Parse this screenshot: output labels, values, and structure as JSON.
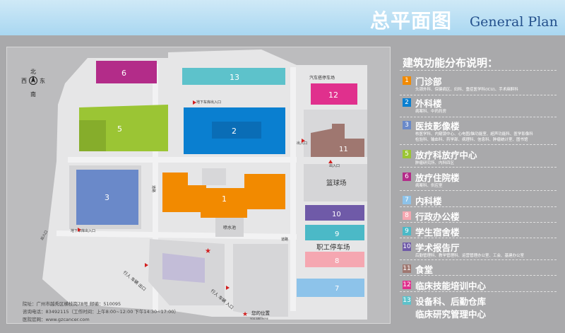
{
  "header": {
    "title_zh": "总平面图",
    "title_en": "General Plan"
  },
  "compass": {
    "north": "北",
    "south": "南",
    "east": "东",
    "west": "西"
  },
  "map_labels": {
    "car_park": "汽车搭停车场",
    "basketball": "篮球场",
    "staff_parking": "职工停车场",
    "fountain": "喷水池",
    "underground_entry_top": "地下车库出入口",
    "underground_entry_left": "地下车库出入口",
    "road_west": "道路",
    "road_south": "道路",
    "entry_small_1": "出入口",
    "entry_small_2": "出入口",
    "gate_east": "出入口",
    "gate_west": "出入口",
    "vehicle_exit": "行人 车辆 出口",
    "vehicle_entry": "行人 车辆 入口",
    "you_are_here": "您的位置",
    "you_are_here_en": "YOU ARE HERE"
  },
  "buildings": [
    {
      "id": "1",
      "color": "#f28a00"
    },
    {
      "id": "2",
      "color": "#0a7fd0"
    },
    {
      "id": "3",
      "color": "#6a89c9"
    },
    {
      "id": "5",
      "color": "#9bc534"
    },
    {
      "id": "6",
      "color": "#b32c89"
    },
    {
      "id": "7",
      "color": "#8dc3ea"
    },
    {
      "id": "8",
      "color": "#f5a7b1"
    },
    {
      "id": "9",
      "color": "#4bb9c7"
    },
    {
      "id": "10",
      "color": "#6f5aa8"
    },
    {
      "id": "11",
      "color": "#9f7770"
    },
    {
      "id": "12",
      "color": "#e0308d"
    },
    {
      "id": "13",
      "color": "#5dc2cb"
    }
  ],
  "legend": {
    "title": "建筑功能分布说明：",
    "items": [
      {
        "num": "1",
        "name": "门诊部",
        "desc": "头颈外科、保健病区、妇科、重症医学科(ICU)、手术麻醉科",
        "color": "#f28a00"
      },
      {
        "num": "2",
        "name": "外科楼",
        "desc": "病案科、中药药房",
        "color": "#0a7fd0"
      },
      {
        "num": "3",
        "name": "医技影像楼",
        "desc": "核医学科、内窥镜中心、心电图/脑功能室、超声功能科、医学影像科",
        "desc2": "检验科、输血科、药学部、病理科、信息科、肿瘤统计室、图书馆",
        "color": "#6a89c9"
      },
      {
        "num": "5",
        "name": "放疗科放疗中心",
        "desc": "肿瘤研究所、内科四区",
        "color": "#9bc534"
      },
      {
        "num": "6",
        "name": "放疗住院楼",
        "desc": "病案科、供应室",
        "color": "#b32c89"
      },
      {
        "num": "7",
        "name": "内科楼",
        "desc": "",
        "color": "#8dc3ea"
      },
      {
        "num": "8",
        "name": "行政办公楼",
        "desc": "",
        "color": "#f5a7b1"
      },
      {
        "num": "9",
        "name": "学生宿舍楼",
        "desc": "",
        "color": "#4bb9c7"
      },
      {
        "num": "10",
        "name": "学术报告厅",
        "desc": "后勤管理科、教学管理科、运营管理办公室、工会、基建办公室",
        "color": "#6f5aa8"
      },
      {
        "num": "11",
        "name": "食堂",
        "desc": "",
        "color": "#9f7770"
      },
      {
        "num": "12",
        "name": "临床技能培训中心",
        "desc": "",
        "color": "#e0308d"
      },
      {
        "num": "13",
        "name": "设备科、后勤仓库",
        "name2": "临床研究管理中心",
        "desc": "",
        "color": "#5dc2cb"
      }
    ]
  },
  "info": {
    "address": "院址：广州市越秀区横枝岗78号    邮编：510095",
    "phone": "咨询电话：83492115（工作时间：上午8:00~12:00 下午14:30~17:00）",
    "website": "医院官网：www.gzcancer.com"
  }
}
